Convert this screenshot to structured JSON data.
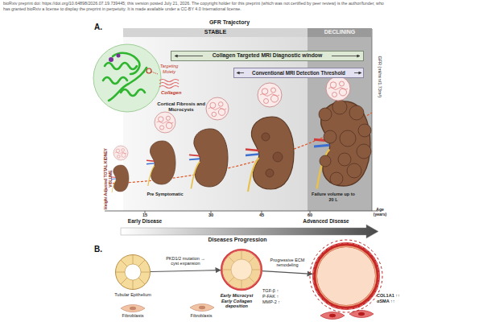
{
  "diagram": {
    "nodes": [
      {
        "text": [
          "STABLE"
        ]
      },
      {
        "text": [
          "DECLINING"
        ]
      },
      {
        "text": [
          "Collagen Targeted MRI Diagnostic window"
        ]
      },
      {
        "text": [
          "Conventional MRI Detection Threshold"
        ]
      },
      {
        "text": [
          "Tubular Epithelium"
        ]
      },
      {
        "text": [
          "Early Microcyst Early Collagen deposition",
          "TGF-β ↑",
          "P-FAK ↑",
          "MMP-2 ↑"
        ]
      },
      {
        "text": [
          "COL1A1 ↑↑",
          "αSMA ↑↑"
        ]
      }
    ],
    "edges": [
      {
        "from": 4,
        "to": 5,
        "label": "PKD1/2 mutation → cyst expansion",
        "arrow": "to"
      },
      {
        "from": 5,
        "to": 6,
        "label": "Progressive ECM remodeling",
        "arrow": "to"
      }
    ],
    "labels": [
      "bioRxiv preprint doi: https://doi.org/10.64898/2026.07.19.739445; this version posted July 21, 2026. The copyright holder for this preprint (which was not certified by peer review) is the author/funder, who has granted bioRxiv a license to display the preprint in perpetuity. It is made available under a CC-BY 4.0 International license.",
      "A.",
      "GFR Trajectory",
      "GFR (ml/min/1.73m²)",
      "Targeting Moiety",
      "Collagen",
      "Cortical Fibrosis and Microcysts",
      "Height Adjusted TOTAL KIDNEY VOLUME",
      "Pre Symptomatic",
      "15",
      "30",
      "45",
      "60",
      "Age (years)",
      "Failure volume up to 20 L",
      "Early Disease",
      "Advanced Disease",
      "Diseases Progression",
      "B.",
      "Fibroblasts",
      "Fibroblasts"
    ]
  }
}
